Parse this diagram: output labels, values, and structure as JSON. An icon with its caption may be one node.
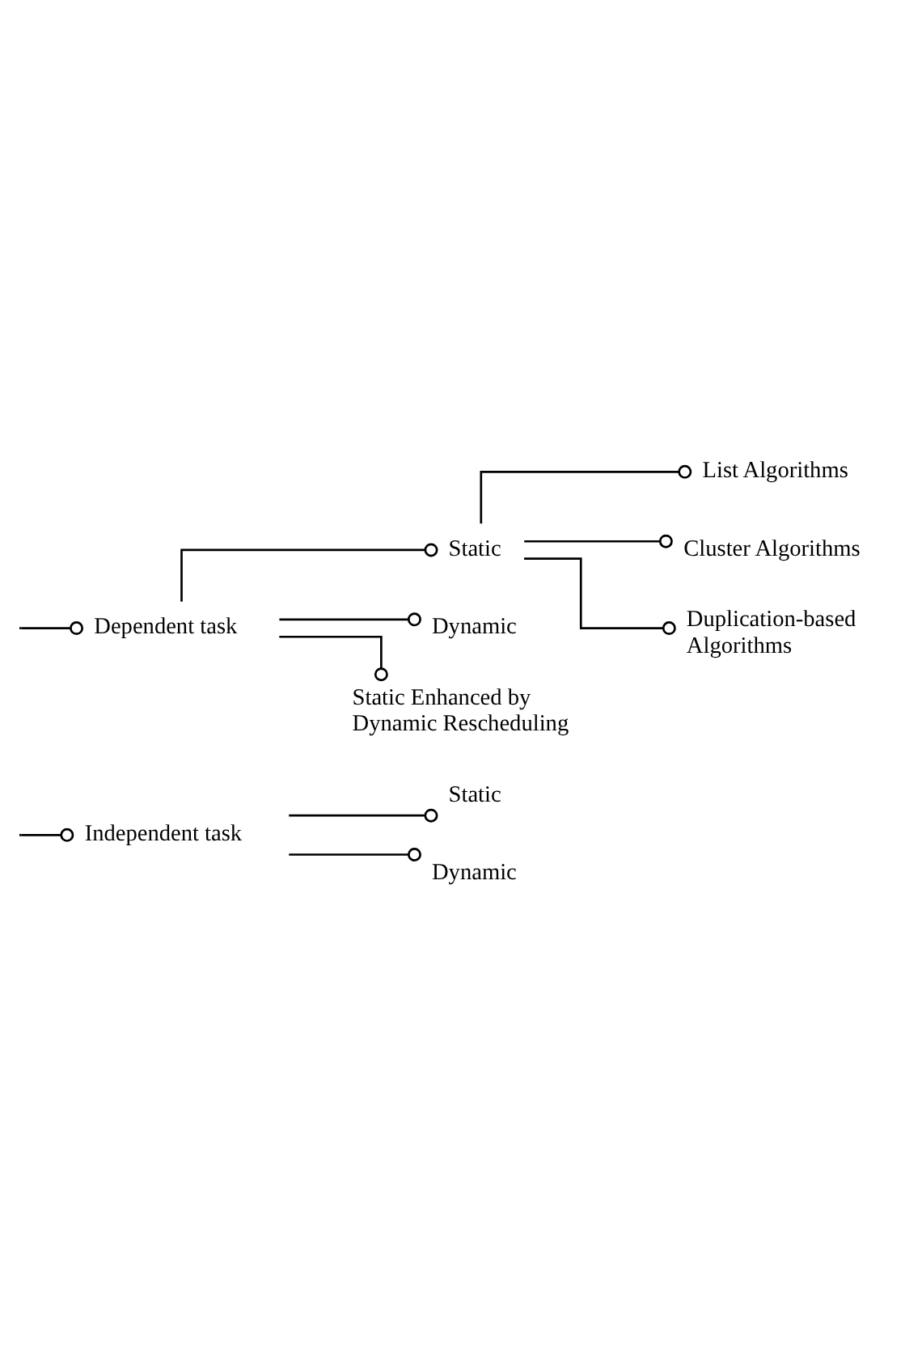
{
  "diagram": {
    "nodes": [
      {
        "text": [
          "Independent task"
        ]
      },
      {
        "text": [
          "Static"
        ]
      },
      {
        "text": [
          "Dynamic"
        ]
      },
      {
        "text": [
          "Dependent task"
        ]
      },
      {
        "text": [
          "Static"
        ]
      },
      {
        "text": [
          "List Algorithms"
        ]
      },
      {
        "text": [
          "Cluster Algorithms"
        ]
      },
      {
        "text": [
          "Duplication-based Algorithms"
        ]
      },
      {
        "text": [
          "Dynamic"
        ]
      },
      {
        "text": [
          "Static Enhanced by Dynamic Rescheduling"
        ]
      }
    ],
    "edges": [
      {
        "from": null,
        "to": 0,
        "arrow": "other"
      },
      {
        "from": 0,
        "to": 1,
        "arrow": "other"
      },
      {
        "from": 0,
        "to": 2,
        "arrow": "other"
      },
      {
        "from": null,
        "to": 3,
        "arrow": "other"
      },
      {
        "from": 3,
        "to": 4,
        "arrow": "other"
      },
      {
        "from": 4,
        "to": 5,
        "arrow": "other"
      },
      {
        "from": 4,
        "to": 6,
        "arrow": "other"
      },
      {
        "from": 4,
        "to": 7,
        "arrow": "other"
      },
      {
        "from": 3,
        "to": 8,
        "arrow": "other"
      },
      {
        "from": 3,
        "to": 9,
        "arrow": "other"
      }
    ]
  }
}
